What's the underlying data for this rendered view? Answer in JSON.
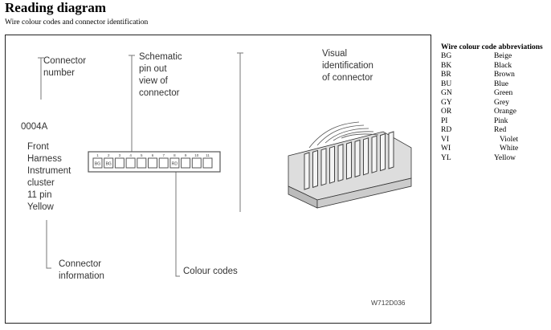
{
  "title": "Reading diagram",
  "subtitle": "Wire colour codes and connector identification",
  "diagram": {
    "callouts": {
      "connector_number": [
        "Connector",
        "number"
      ],
      "schematic": [
        "Schematic",
        "pin out",
        "view of",
        "connector"
      ],
      "visual": [
        "Visual",
        "identification",
        "of connector"
      ],
      "connector_info": [
        "Connector",
        "information"
      ],
      "colour_codes": "Colour codes"
    },
    "connector_id": "0004A",
    "connector_details": [
      "Front",
      "Harness",
      "Instrument",
      "cluster",
      "11 pin",
      "Yellow"
    ],
    "pin_numbers": [
      "1",
      "2",
      "3",
      "4",
      "5",
      "6",
      "7",
      "8",
      "9",
      "10",
      "11"
    ],
    "pin_colours": [
      "BG",
      "BG",
      "",
      "",
      "",
      "",
      "",
      "RD",
      "",
      "",
      ""
    ],
    "figure_ref": "W712D036"
  },
  "legend": {
    "title": "Wire colour code abbreviations",
    "items": [
      {
        "code": "BG",
        "name": "Beige"
      },
      {
        "code": "BK",
        "name": "Black"
      },
      {
        "code": "BR",
        "name": "Brown"
      },
      {
        "code": "BU",
        "name": "Blue"
      },
      {
        "code": "GN",
        "name": "Green"
      },
      {
        "code": "GY",
        "name": "Grey"
      },
      {
        "code": "OR",
        "name": "Orange"
      },
      {
        "code": "PI",
        "name": "Pink"
      },
      {
        "code": "RD",
        "name": "Red"
      },
      {
        "code": "VI",
        "name": "Violet"
      },
      {
        "code": "WI",
        "name": "White"
      },
      {
        "code": "YL",
        "name": "Yellow"
      }
    ]
  }
}
